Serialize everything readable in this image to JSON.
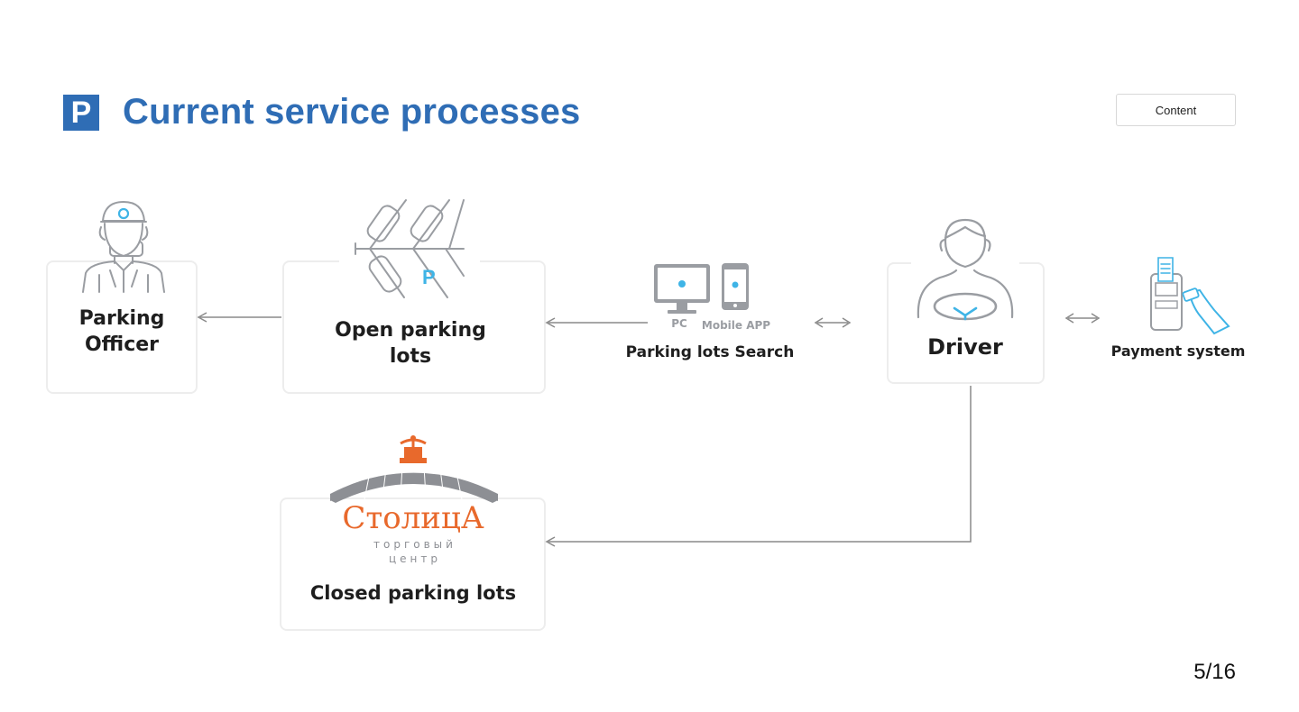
{
  "header": {
    "logo_letter": "P",
    "title": "Current service processes",
    "content_button": "Content"
  },
  "nodes": {
    "parking_officer": "Parking\nOfficer",
    "open_parking_lots": "Open parking\nlots",
    "parking_lots_search": "Parking lots Search",
    "pc_label": "PC",
    "mobile_app_label": "Mobile APP",
    "driver": "Driver",
    "payment_system": "Payment system",
    "closed_parking_lots": "Closed parking lots"
  },
  "stolitsa_logo": {
    "name": "СтолицА",
    "sub1": "торговый",
    "sub2": "центр"
  },
  "colors": {
    "brand_blue": "#2f6db5",
    "accent_cyan": "#3fb4e6",
    "logo_orange": "#e8692c",
    "icon_gray": "#9a9da2",
    "arrow_gray": "#8a8a8a"
  },
  "footer": {
    "page": "5/16"
  }
}
